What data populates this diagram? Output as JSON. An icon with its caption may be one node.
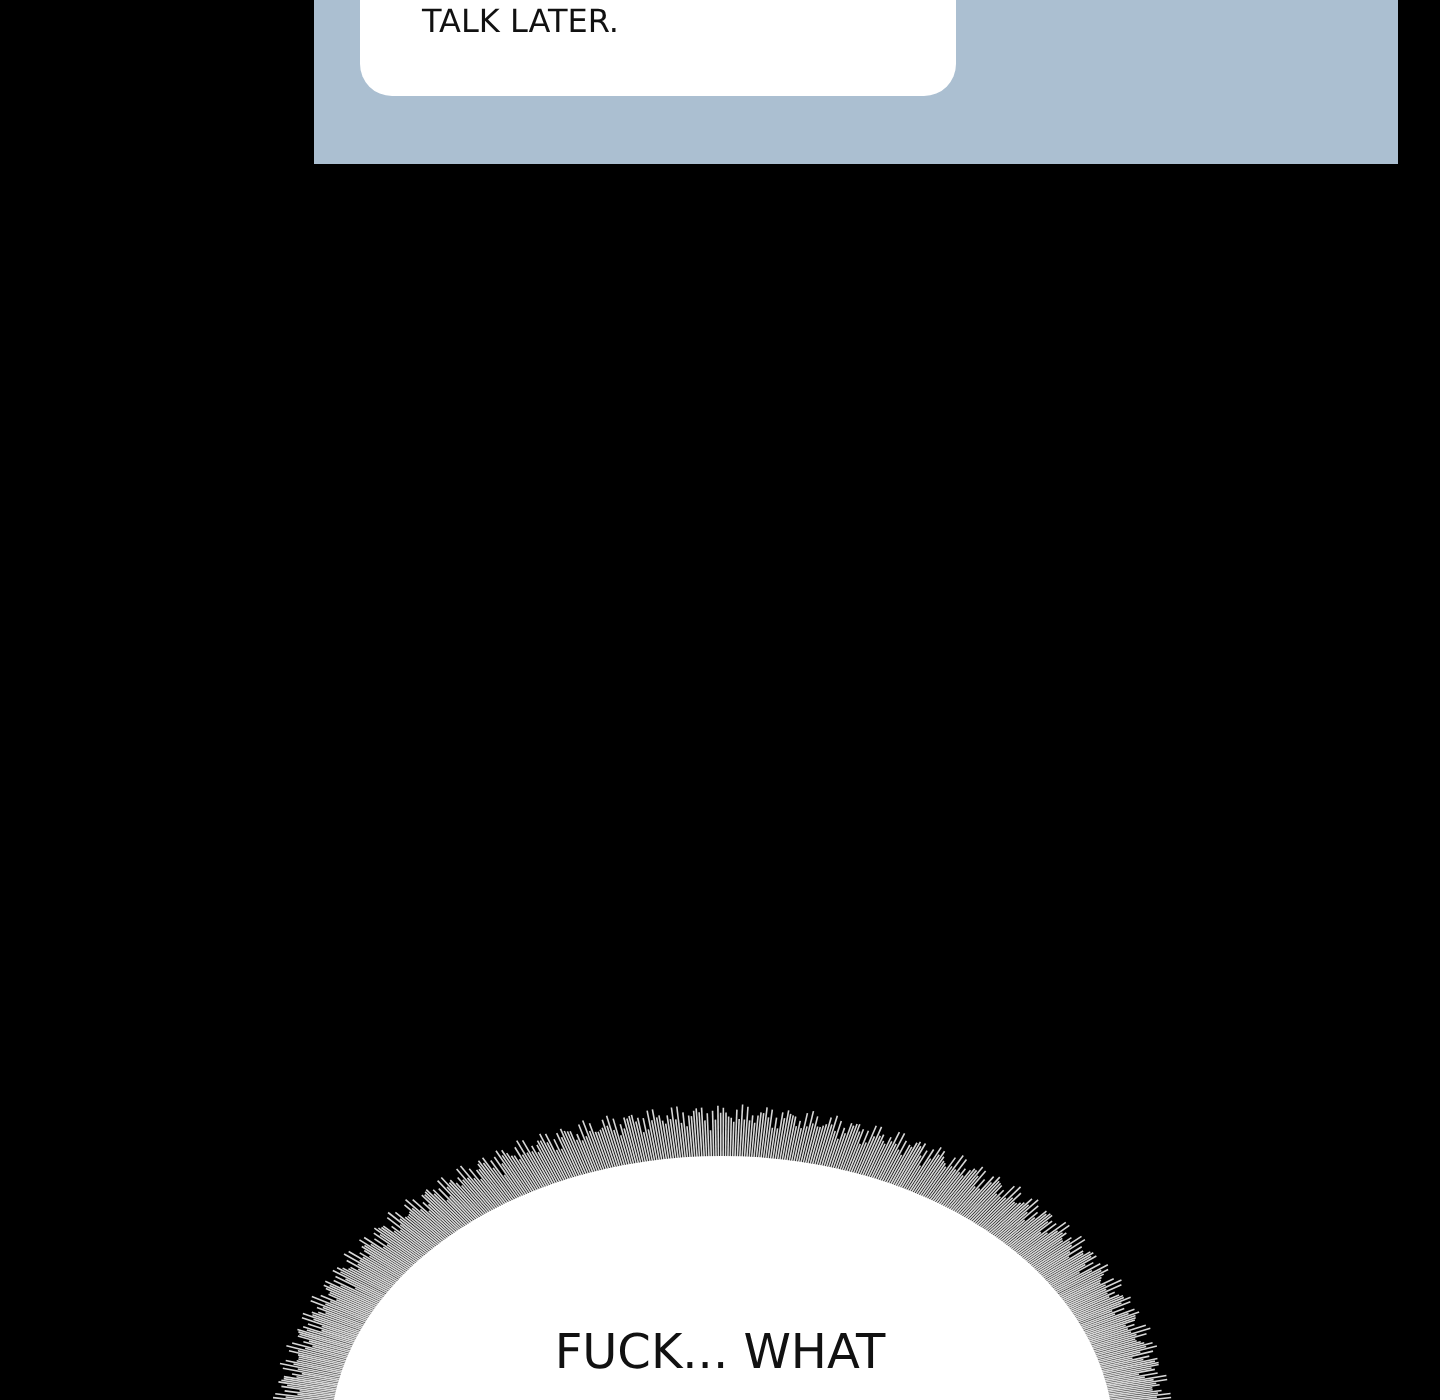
{
  "diagram": {
    "nodes": [
      {
        "text": [],
        "shape": "box"
      },
      {
        "text": [
          "TALK LATER."
        ],
        "in": 0
      },
      {
        "text": [
          "FUCK... WHAT"
        ]
      }
    ]
  }
}
